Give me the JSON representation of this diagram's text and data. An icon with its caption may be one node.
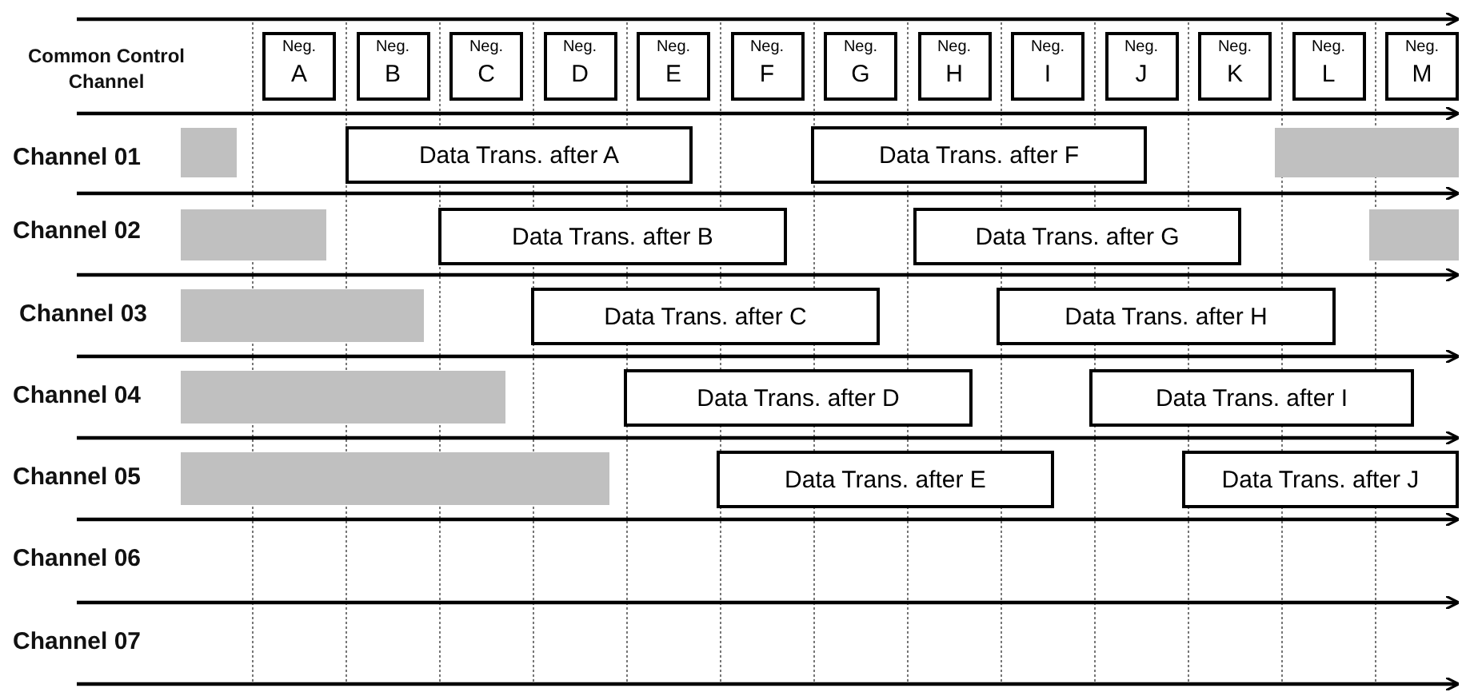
{
  "diagram": {
    "nodes": [
      {
        "text": [
          "Neg.",
          "A"
        ]
      },
      {
        "text": [
          "Neg.",
          "B"
        ]
      },
      {
        "text": [
          "Neg.",
          "C"
        ]
      },
      {
        "text": [
          "Neg.",
          "D"
        ]
      },
      {
        "text": [
          "Neg.",
          "E"
        ]
      },
      {
        "text": [
          "Neg.",
          "F"
        ]
      },
      {
        "text": [
          "Neg.",
          "G"
        ]
      },
      {
        "text": [
          "Neg.",
          "H"
        ]
      },
      {
        "text": [
          "Neg.",
          "I"
        ]
      },
      {
        "text": [
          "Neg.",
          "J"
        ]
      },
      {
        "text": [
          "Neg.",
          "K"
        ]
      },
      {
        "text": [
          "Neg.",
          "L"
        ]
      },
      {
        "text": [
          "Neg.",
          "M"
        ]
      },
      {
        "text": [],
        "shape": "bar"
      },
      {
        "text": [
          "Data Trans. after A"
        ]
      },
      {
        "text": [
          "Data Trans. after F"
        ]
      },
      {
        "text": [],
        "shape": "bar"
      },
      {
        "text": [],
        "shape": "bar"
      },
      {
        "text": [
          "Data Trans. after B"
        ]
      },
      {
        "text": [
          "Data Trans. after G"
        ]
      },
      {
        "text": [],
        "shape": "bar"
      },
      {
        "text": [],
        "shape": "bar"
      },
      {
        "text": [
          "Data Trans. after C"
        ]
      },
      {
        "text": [
          "Data Trans. after H"
        ]
      },
      {
        "text": [],
        "shape": "bar"
      },
      {
        "text": [
          "Data Trans. after D"
        ]
      },
      {
        "text": [
          "Data Trans. after I"
        ]
      },
      {
        "text": [],
        "shape": "bar"
      },
      {
        "text": [
          "Data Trans. after E"
        ]
      },
      {
        "text": [
          "Data Trans. after J"
        ]
      }
    ],
    "labels": [
      "Common Control Channel",
      "Channel 01",
      "Channel 02",
      "Channel 03",
      "Channel 04",
      "Channel 05",
      "Channel 06",
      "Channel 07"
    ]
  }
}
